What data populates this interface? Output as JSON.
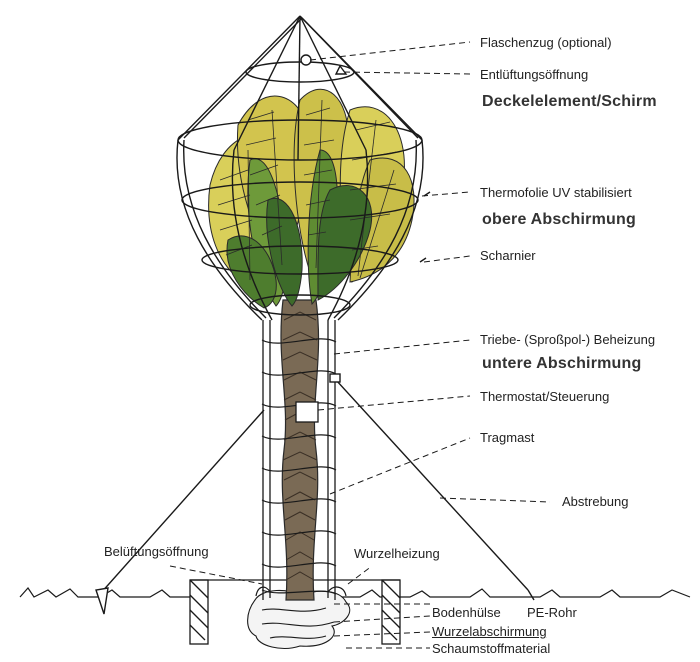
{
  "labels": {
    "flaschenzug": "Flaschenzug (optional)",
    "entlueftung": "Entlüftungsöffnung",
    "deckelelement": "Deckelelement/Schirm",
    "thermofolie": "Thermofolie UV stabilisiert",
    "obere_abschirmung": "obere Abschirmung",
    "scharnier": "Scharnier",
    "triebe_beheizung": "Triebe- (Sproßpol-) Beheizung",
    "untere_abschirmung": "untere Abschirmung",
    "thermostat": "Thermostat/Steuerung",
    "tragmast": "Tragmast",
    "abstrebung": "Abstrebung",
    "belueftung": "Belüftungsöffnung",
    "wurzelheizung": "Wurzelheizung",
    "bodenhuelse": "Bodenhülse",
    "pe_rohr": "PE-Rohr",
    "wurzelabschirmung": "Wurzelabschirmung",
    "schaumstoff": "Schaumstoffmaterial"
  },
  "colors": {
    "line": "#1a1a1a",
    "leaf_yellow": "#d9cf5a",
    "leaf_green": "#6e9a3a",
    "leaf_dark": "#3d6b2a",
    "trunk": "#7a6a55",
    "trunk_dark": "#4a3d30",
    "soil": "#e8e8e8"
  }
}
